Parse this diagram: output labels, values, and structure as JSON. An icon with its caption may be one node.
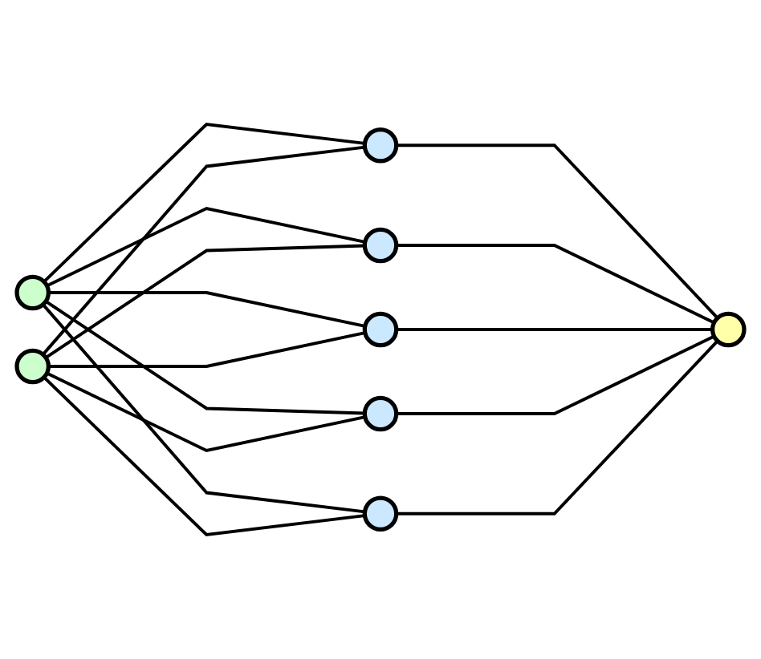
{
  "diagram": {
    "nodes": [
      {
        "text": [],
        "shape": "circle"
      },
      {
        "text": [],
        "shape": "circle"
      },
      {
        "text": [],
        "shape": "circle"
      },
      {
        "text": [],
        "shape": "circle"
      },
      {
        "text": [],
        "shape": "circle"
      },
      {
        "text": [],
        "shape": "circle"
      },
      {
        "text": [],
        "shape": "circle"
      },
      {
        "text": [],
        "shape": "circle"
      }
    ],
    "edges": [
      {
        "from": 0,
        "to": 2,
        "arrow": "none"
      },
      {
        "from": 0,
        "to": 3,
        "arrow": "none"
      },
      {
        "from": 0,
        "to": 4,
        "arrow": "none"
      },
      {
        "from": 0,
        "to": 5,
        "arrow": "none"
      },
      {
        "from": 0,
        "to": 6,
        "arrow": "none"
      },
      {
        "from": 1,
        "to": 2,
        "arrow": "none"
      },
      {
        "from": 1,
        "to": 3,
        "arrow": "none"
      },
      {
        "from": 1,
        "to": 4,
        "arrow": "none"
      },
      {
        "from": 1,
        "to": 5,
        "arrow": "none"
      },
      {
        "from": 1,
        "to": 6,
        "arrow": "none"
      },
      {
        "from": 2,
        "to": 7,
        "arrow": "none"
      },
      {
        "from": 3,
        "to": 7,
        "arrow": "none"
      },
      {
        "from": 4,
        "to": 7,
        "arrow": "none"
      },
      {
        "from": 5,
        "to": 7,
        "arrow": "none"
      },
      {
        "from": 6,
        "to": 7,
        "arrow": "none"
      }
    ]
  }
}
